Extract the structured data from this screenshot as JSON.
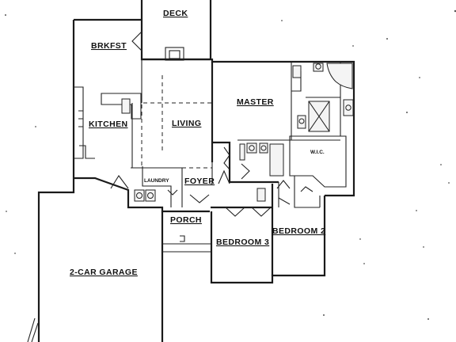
{
  "plan": {
    "rooms": {
      "deck": "DECK",
      "brkfst": "BRKFST",
      "kitchen": "KITCHEN",
      "living": "LIVING",
      "master": "MASTER",
      "wic": "W.I.C.",
      "laundry": "LAUNDRY",
      "foyer": "FOYER",
      "porch": "PORCH",
      "bedroom3": "BEDROOM 3",
      "bedroom2": "BEDROOM 2",
      "garage": "2-CAR GARAGE"
    }
  }
}
